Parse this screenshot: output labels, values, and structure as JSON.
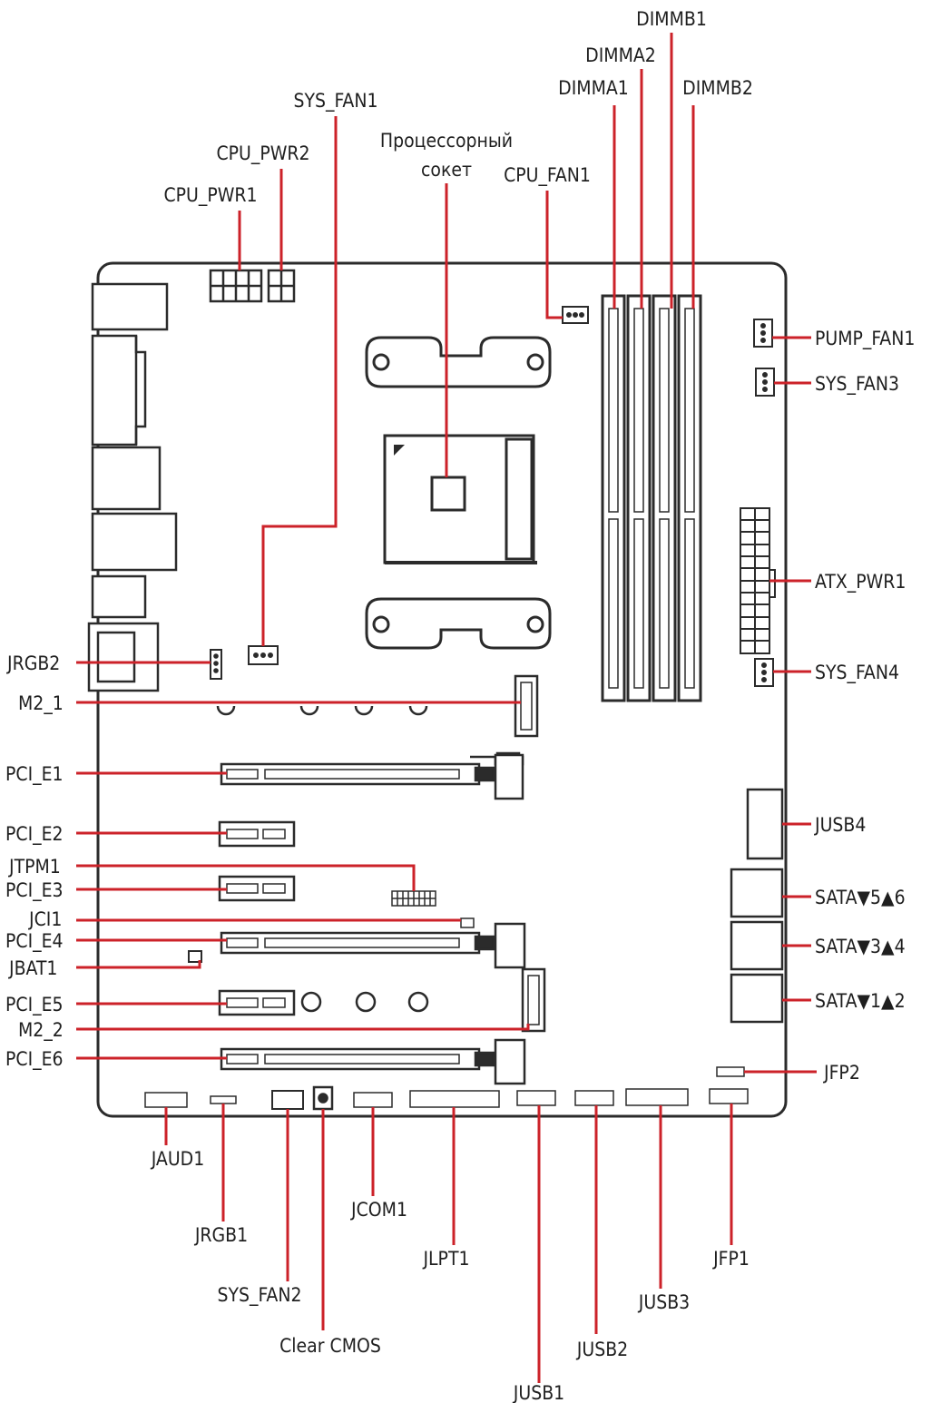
{
  "colors": {
    "leader": "#cc2229",
    "ink": "#2b2b2b",
    "background": "#ffffff"
  },
  "labels": {
    "dimmb1": "DIMMB1",
    "dimma2": "DIMMA2",
    "dimma1": "DIMMA1",
    "dimmb2": "DIMMB2",
    "sys_fan1": "SYS_FAN1",
    "cpu_pwr2": "CPU_PWR2",
    "cpu_pwr1": "CPU_PWR1",
    "cpu_socket_line1": "Процессорный",
    "cpu_socket_line2": "сокет",
    "cpu_fan1": "CPU_FAN1",
    "pump_fan1": "PUMP_FAN1",
    "sys_fan3": "SYS_FAN3",
    "atx_pwr1": "ATX_PWR1",
    "sys_fan4": "SYS_FAN4",
    "jrgb2": "JRGB2",
    "m2_1": "M2_1",
    "pci_e1": "PCI_E1",
    "pci_e2": "PCI_E2",
    "jtpm1": "JTPM1",
    "pci_e3": "PCI_E3",
    "jci1": "JCI1",
    "pci_e4": "PCI_E4",
    "jbat1": "JBAT1",
    "pci_e5": "PCI_E5",
    "m2_2": "M2_2",
    "pci_e6": "PCI_E6",
    "jusb4": "JUSB4",
    "sata56": "SATA▼5▲6",
    "sata34": "SATA▼3▲4",
    "sata12": "SATA▼1▲2",
    "jfp2": "JFP2",
    "jaud1": "JAUD1",
    "jrgb1": "JRGB1",
    "sys_fan2": "SYS_FAN2",
    "clear_cmos": "Clear CMOS",
    "jcom1": "JCOM1",
    "jlpt1": "JLPT1",
    "jusb1": "JUSB1",
    "jusb2": "JUSB2",
    "jusb3": "JUSB3",
    "jfp1": "JFP1"
  }
}
